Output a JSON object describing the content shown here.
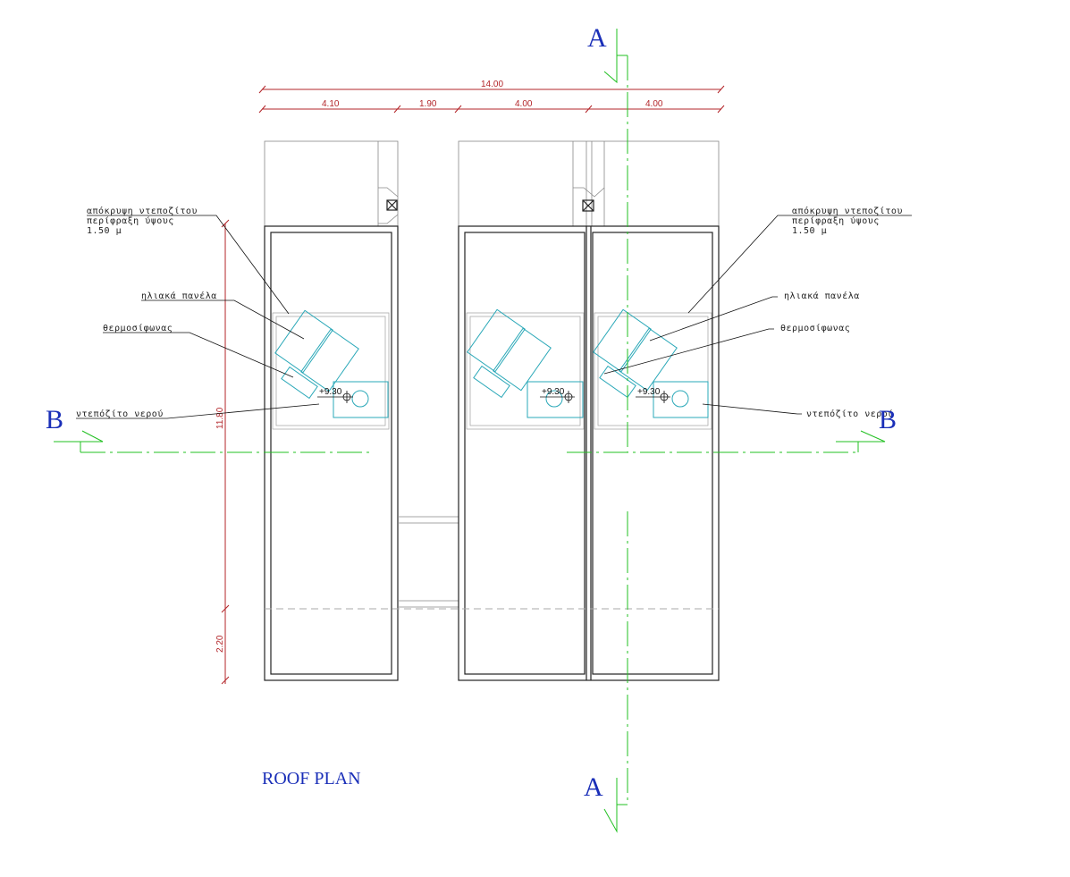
{
  "dimensions": {
    "overall": "14.00",
    "segments": [
      "4.10",
      "1.90",
      "4.00",
      "4.00"
    ],
    "vertical": [
      "11.80",
      "2.20"
    ]
  },
  "section_marks": {
    "a_top": "A",
    "a_bottom": "A",
    "b_left": "B",
    "b_right": "B"
  },
  "labels": {
    "left": {
      "tank_cover_line1": "απόκρυψη ντεποζίτου",
      "tank_cover_line2": "περίφραξη ύψους",
      "tank_cover_line3": "1.50 μ",
      "solar_panels": "ηλιακά πανέλα",
      "thermosiphon": "θερμοσίφωνας",
      "water_tank": "ντεπόζίτο νερού"
    },
    "right": {
      "tank_cover_line1": "απόκρυψη ντεποζίτου",
      "tank_cover_line2": "περίφραξη ύψους",
      "tank_cover_line3": "1.50 μ",
      "solar_panels": "ηλιακά πανέλα",
      "thermosiphon": "θερμοσίφωνας",
      "water_tank": "ντεπόζίτο νερού"
    }
  },
  "elevations": [
    "+9.30",
    "+9.30",
    "+9.30"
  ],
  "title": "ROOF PLAN",
  "colors": {
    "dimension": "#b3262a",
    "section_marker": "#1a2fb8",
    "axis": "#22c022",
    "equipment": "#2aa8b8"
  }
}
